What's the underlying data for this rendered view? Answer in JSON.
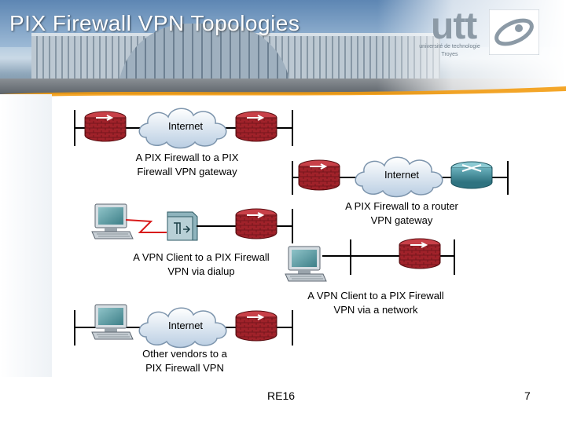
{
  "slide": {
    "title": "PIX Firewall VPN Topologies",
    "footer_code": "RE16",
    "page_number": "7"
  },
  "logo": {
    "word": "utt",
    "line1": "université de technologie",
    "line2": "Troyes"
  },
  "colors": {
    "firewall_red": "#a0222a",
    "router_teal": "#3f8c98",
    "accent_orange": "#f39c12",
    "cloud_blue": "#c9d9ea"
  },
  "topologies": [
    {
      "cloud": "Internet",
      "caption_line1": "A PIX Firewall to a PIX",
      "caption_line2": "Firewall VPN gateway"
    },
    {
      "cloud": "Internet",
      "caption_line1": "A PIX Firewall to a router",
      "caption_line2": "VPN gateway"
    },
    {
      "caption_line1": "A VPN Client to a PIX Firewall",
      "caption_line2": "VPN via dialup"
    },
    {
      "caption_line1": "A VPN Client to a PIX Firewall",
      "caption_line2": "VPN via a network"
    },
    {
      "cloud": "Internet",
      "caption_line1": "Other vendors to a",
      "caption_line2": "PIX Firewall VPN"
    }
  ]
}
